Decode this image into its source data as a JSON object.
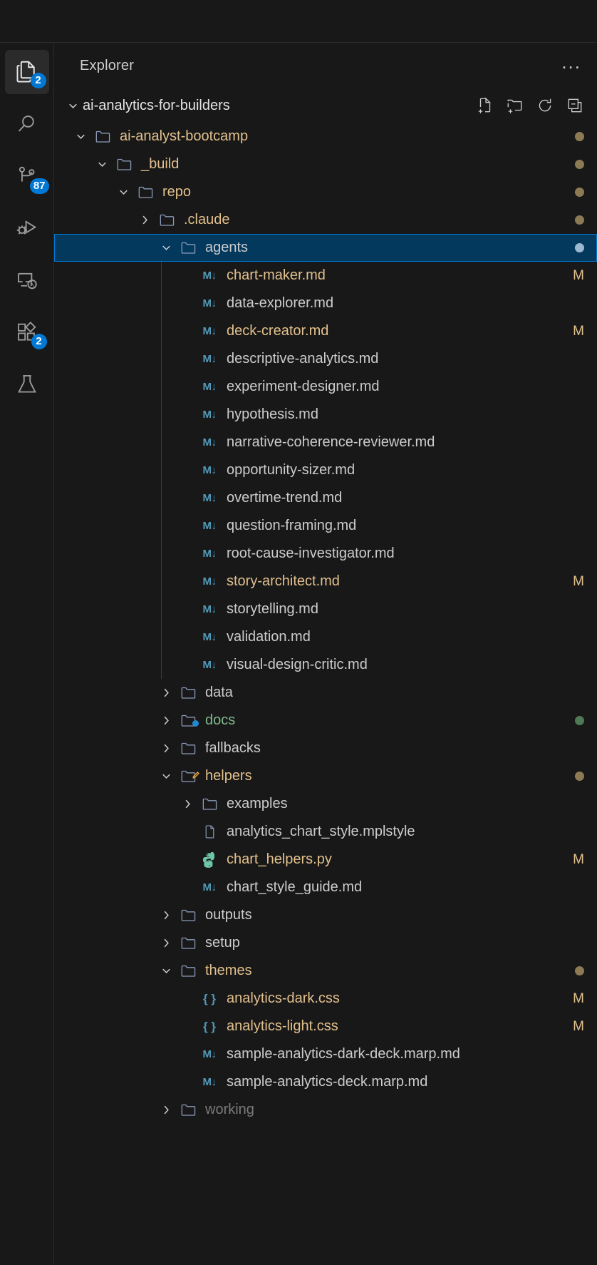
{
  "window": {
    "title": ""
  },
  "activity_bar": {
    "items": [
      {
        "name": "explorer",
        "icon": "files-icon",
        "badge": "2",
        "active": true
      },
      {
        "name": "search",
        "icon": "search-icon",
        "badge": "",
        "active": false
      },
      {
        "name": "source-control",
        "icon": "source-control-icon",
        "badge": "87",
        "active": false
      },
      {
        "name": "run-and-debug",
        "icon": "run-debug-icon",
        "badge": "",
        "active": false
      },
      {
        "name": "remote-explorer",
        "icon": "remote-explorer-icon",
        "badge": "",
        "active": false
      },
      {
        "name": "extensions",
        "icon": "extensions-icon",
        "badge": "2",
        "active": false
      },
      {
        "name": "testing",
        "icon": "beaker-icon",
        "badge": "",
        "active": false
      }
    ]
  },
  "sidebar": {
    "title": "Explorer",
    "more_actions_label": "...",
    "root": {
      "label": "ai-analytics-for-builders",
      "expanded": true,
      "actions": [
        {
          "name": "new-file-icon",
          "label": "New File"
        },
        {
          "name": "new-folder-icon",
          "label": "New Folder"
        },
        {
          "name": "refresh-icon",
          "label": "Refresh Explorer"
        },
        {
          "name": "collapse-all-icon",
          "label": "Collapse Folders in Explorer"
        }
      ]
    },
    "tree": [
      {
        "label": "ai-analyst-bootcamp",
        "kind": "folder",
        "depth": 1,
        "state": "expanded",
        "color": "mod",
        "dot": "mod",
        "status": ""
      },
      {
        "label": "_build",
        "kind": "folder",
        "depth": 2,
        "state": "expanded",
        "color": "mod",
        "dot": "mod",
        "status": ""
      },
      {
        "label": "repo",
        "kind": "folder",
        "depth": 3,
        "state": "expanded",
        "color": "mod",
        "dot": "mod",
        "status": ""
      },
      {
        "label": ".claude",
        "kind": "folder",
        "depth": 4,
        "state": "collapsed",
        "color": "mod",
        "dot": "mod",
        "status": ""
      },
      {
        "label": "agents",
        "kind": "folder",
        "depth": 5,
        "state": "expanded",
        "color": "plain",
        "dot": "sel",
        "status": "",
        "selected": true
      },
      {
        "label": "chart-maker.md",
        "kind": "md",
        "depth": 6,
        "state": "leaf",
        "color": "mod",
        "status": "M"
      },
      {
        "label": "data-explorer.md",
        "kind": "md",
        "depth": 6,
        "state": "leaf",
        "color": "plain",
        "status": ""
      },
      {
        "label": "deck-creator.md",
        "kind": "md",
        "depth": 6,
        "state": "leaf",
        "color": "mod",
        "status": "M"
      },
      {
        "label": "descriptive-analytics.md",
        "kind": "md",
        "depth": 6,
        "state": "leaf",
        "color": "plain",
        "status": ""
      },
      {
        "label": "experiment-designer.md",
        "kind": "md",
        "depth": 6,
        "state": "leaf",
        "color": "plain",
        "status": ""
      },
      {
        "label": "hypothesis.md",
        "kind": "md",
        "depth": 6,
        "state": "leaf",
        "color": "plain",
        "status": ""
      },
      {
        "label": "narrative-coherence-reviewer.md",
        "kind": "md",
        "depth": 6,
        "state": "leaf",
        "color": "plain",
        "status": ""
      },
      {
        "label": "opportunity-sizer.md",
        "kind": "md",
        "depth": 6,
        "state": "leaf",
        "color": "plain",
        "status": ""
      },
      {
        "label": "overtime-trend.md",
        "kind": "md",
        "depth": 6,
        "state": "leaf",
        "color": "plain",
        "status": ""
      },
      {
        "label": "question-framing.md",
        "kind": "md",
        "depth": 6,
        "state": "leaf",
        "color": "plain",
        "status": ""
      },
      {
        "label": "root-cause-investigator.md",
        "kind": "md",
        "depth": 6,
        "state": "leaf",
        "color": "plain",
        "status": ""
      },
      {
        "label": "story-architect.md",
        "kind": "md",
        "depth": 6,
        "state": "leaf",
        "color": "mod",
        "status": "M"
      },
      {
        "label": "storytelling.md",
        "kind": "md",
        "depth": 6,
        "state": "leaf",
        "color": "plain",
        "status": ""
      },
      {
        "label": "validation.md",
        "kind": "md",
        "depth": 6,
        "state": "leaf",
        "color": "plain",
        "status": ""
      },
      {
        "label": "visual-design-critic.md",
        "kind": "md",
        "depth": 6,
        "state": "leaf",
        "color": "plain",
        "status": ""
      },
      {
        "label": "data",
        "kind": "folder",
        "depth": 5,
        "state": "collapsed",
        "color": "plain",
        "dot": "",
        "status": ""
      },
      {
        "label": "docs",
        "kind": "folder",
        "depth": 5,
        "state": "collapsed",
        "color": "add",
        "dot": "add",
        "status": "",
        "folder_badge": "blue"
      },
      {
        "label": "fallbacks",
        "kind": "folder",
        "depth": 5,
        "state": "collapsed",
        "color": "plain",
        "dot": "",
        "status": ""
      },
      {
        "label": "helpers",
        "kind": "folder",
        "depth": 5,
        "state": "expanded",
        "color": "mod",
        "dot": "mod",
        "status": "",
        "folder_badge": "pencil"
      },
      {
        "label": "examples",
        "kind": "folder",
        "depth": 6,
        "state": "collapsed",
        "color": "plain",
        "dot": "",
        "status": ""
      },
      {
        "label": "analytics_chart_style.mplstyle",
        "kind": "file",
        "depth": 6,
        "state": "leaf",
        "color": "plain",
        "status": ""
      },
      {
        "label": "chart_helpers.py",
        "kind": "py",
        "depth": 6,
        "state": "leaf",
        "color": "mod",
        "status": "M"
      },
      {
        "label": "chart_style_guide.md",
        "kind": "md",
        "depth": 6,
        "state": "leaf",
        "color": "plain",
        "status": ""
      },
      {
        "label": "outputs",
        "kind": "folder",
        "depth": 5,
        "state": "collapsed",
        "color": "plain",
        "dot": "",
        "status": ""
      },
      {
        "label": "setup",
        "kind": "folder",
        "depth": 5,
        "state": "collapsed",
        "color": "plain",
        "dot": "",
        "status": ""
      },
      {
        "label": "themes",
        "kind": "folder",
        "depth": 5,
        "state": "expanded",
        "color": "mod",
        "dot": "mod",
        "status": ""
      },
      {
        "label": "analytics-dark.css",
        "kind": "css",
        "depth": 6,
        "state": "leaf",
        "color": "mod",
        "status": "M"
      },
      {
        "label": "analytics-light.css",
        "kind": "css",
        "depth": 6,
        "state": "leaf",
        "color": "mod",
        "status": "M"
      },
      {
        "label": "sample-analytics-dark-deck.marp.md",
        "kind": "md",
        "depth": 6,
        "state": "leaf",
        "color": "plain",
        "status": ""
      },
      {
        "label": "sample-analytics-deck.marp.md",
        "kind": "md",
        "depth": 6,
        "state": "leaf",
        "color": "plain",
        "status": ""
      },
      {
        "label": "working",
        "kind": "folder",
        "depth": 5,
        "state": "collapsed",
        "color": "dim",
        "dot": "",
        "status": ""
      }
    ]
  },
  "colors": {
    "background": "#181818",
    "selected_row": "#04395e",
    "focus_border": "#0078d4",
    "modified": "#e2c08d",
    "added": "#81b88b",
    "foreground": "#cccccc",
    "badge_blue": "#0078d4",
    "markdown_icon": "#519aba",
    "python_icon": "#6ec5a8"
  }
}
